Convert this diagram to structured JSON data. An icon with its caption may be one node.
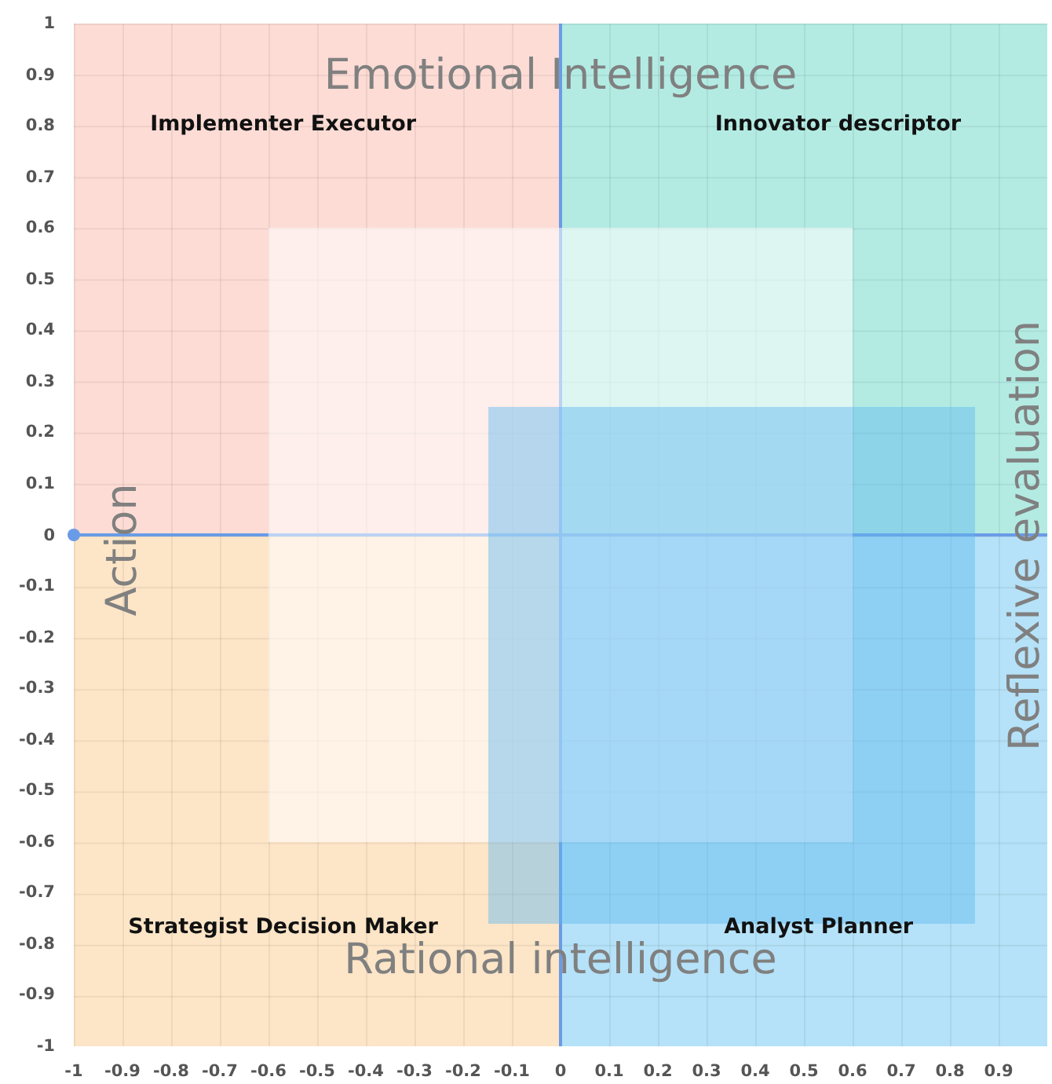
{
  "diagram": {
    "nodes": [
      {
        "text": [
          "Implementer Executor"
        ]
      },
      {
        "text": [
          "Innovator descriptor"
        ]
      },
      {
        "text": [
          "Strategist Decision Maker"
        ]
      },
      {
        "text": [
          "Analyst Planner"
        ]
      },
      {
        "text": [],
        "shape": "box"
      },
      {
        "text": [],
        "shape": "box"
      }
    ],
    "labels": [
      "Emotional Intelligence",
      "Action",
      "Reflexive evaluation",
      "Rational intelligence",
      "1",
      "0.9",
      "0.8",
      "0.7",
      "0.6",
      "0.5",
      "0.4",
      "0.3",
      "0.2",
      "0.1",
      "0",
      "-0.1",
      "-0.2",
      "-0.3",
      "-0.4",
      "-0.5",
      "-0.6",
      "-0.7",
      "-0.8",
      "-0.9",
      "-1",
      "-1",
      "-0.9",
      "-0.8",
      "-0.7",
      "-0.6",
      "-0.5",
      "-0.4",
      "-0.3",
      "-0.2",
      "-0.1",
      "0",
      "0.1",
      "0.2",
      "0.3",
      "0.4",
      "0.5",
      "0.6",
      "0.7",
      "0.8",
      "0.9"
    ]
  }
}
